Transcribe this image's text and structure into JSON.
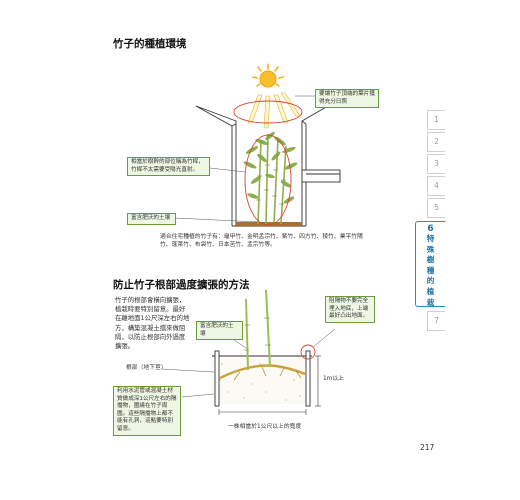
{
  "section1": {
    "heading": "竹子的種植環境",
    "label_sun": "要讓竹子頂端的葉片獲得充分日照",
    "label_wall": "相當於樹幹的部位稱為竹桿，竹桿不太需要受陽光直射。",
    "label_soil": "富含肥沃的土壤",
    "caption": "適合住宅種植的竹子有：龜甲竹、金明孟宗竹、紫竹、四方竹、稜竹、業平竹陽竹、蓬萊竹、布袋竹、日本苦竹、孟宗竹等。"
  },
  "section2": {
    "heading": "防止竹子根部過度擴張的方法",
    "intro_text": "竹子的根部會橫向擴張，植栽時要特別留意。最好在離地面1公尺深左右的地方，構築混凝土擋來做阻隔，以防止根部向外過度擴張。",
    "label_soil": "富含肥沃的土壤",
    "label_edge": "阻隔物不要完全埋入地底，上端最好凸出地面。",
    "label_root": "根部（地下莖）",
    "label_depth": "1m以上",
    "label_material": "利用水泥管或混凝土材質做成深1公尺左右的隔擋物，圍繞在竹子周圍。這些隔擋物上都不能有孔洞，這點要特別留意。",
    "label_width": "一株相當於1公尺以上的寬度"
  },
  "side_tabs": [
    {
      "label": "1"
    },
    {
      "label": "2"
    },
    {
      "label": "3"
    },
    {
      "label": "4"
    },
    {
      "label": "5"
    }
  ],
  "active_tab": {
    "number": "6",
    "title_chars": [
      "特",
      "殊",
      "樹",
      "種",
      "的",
      "植",
      "栽"
    ]
  },
  "tab7": {
    "label": "7"
  },
  "page_number": "217",
  "colors": {
    "accent_green": "#6a9c3a",
    "label_fill": "#eef6e4",
    "tab_blue": "#2e8bc0",
    "sun": "#f6b21b",
    "highlight_red": "#d9452b"
  }
}
